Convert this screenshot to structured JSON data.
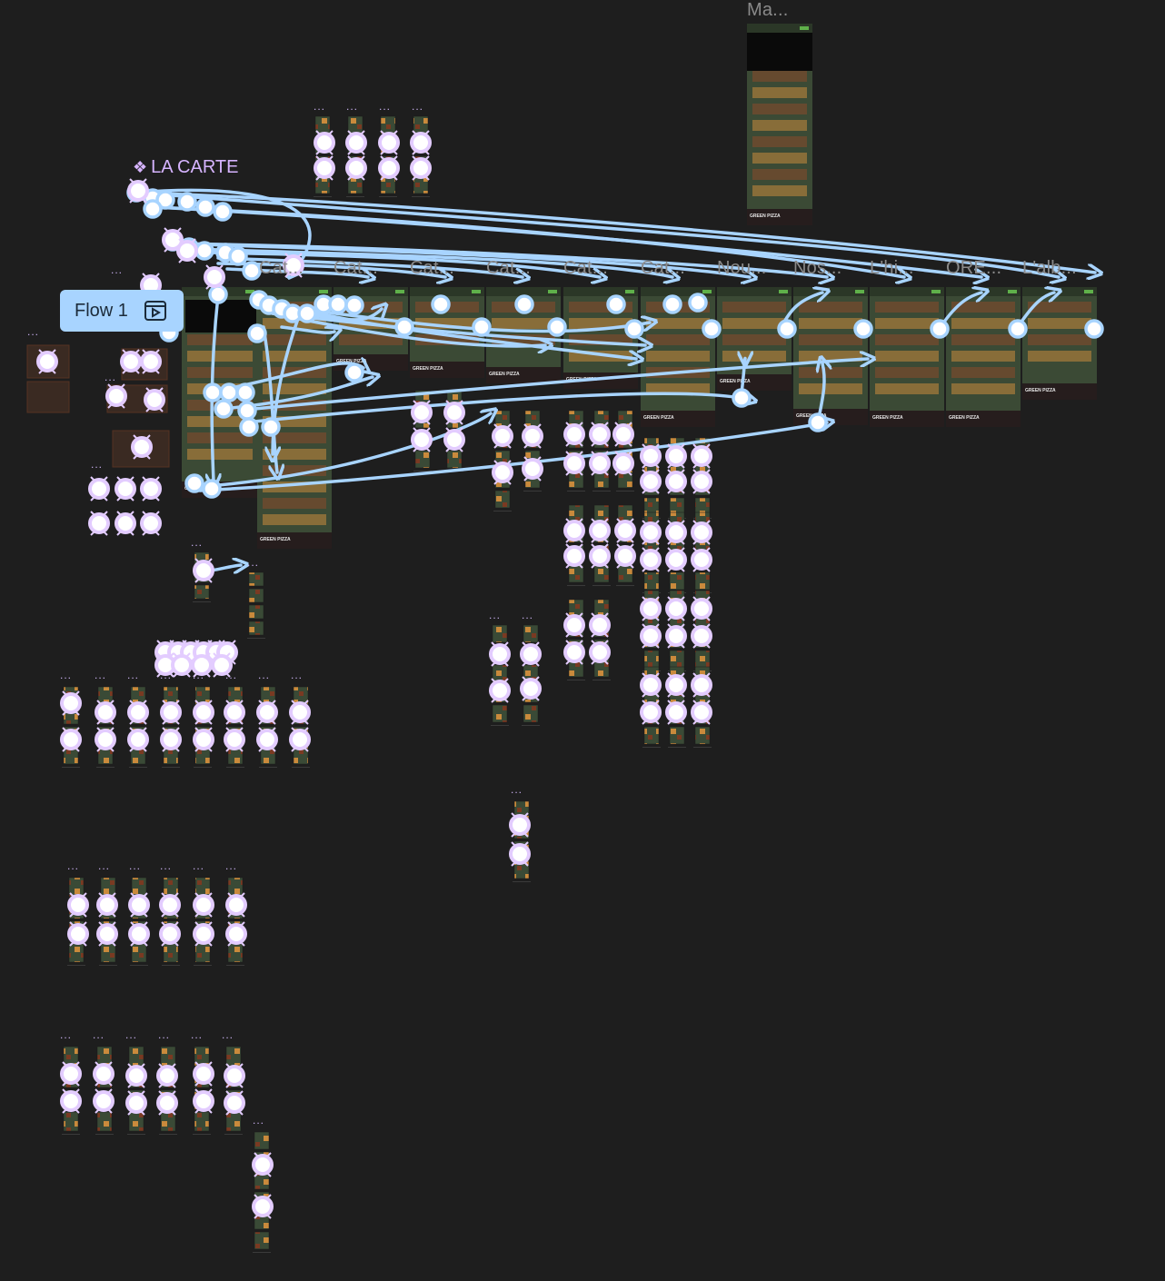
{
  "canvas": {
    "background": "#1e1e1e",
    "connector_color": "#a8d4ff",
    "hotspot_color": "#e3ccff"
  },
  "component": {
    "name": "LA CARTE",
    "icon": "component-diamond-icon"
  },
  "flow": {
    "label": "Flow 1",
    "icon": "play-flow-icon"
  },
  "frames": [
    {
      "label": "Ma..."
    },
    {
      "label": "Cat..."
    },
    {
      "label": "Cat..."
    },
    {
      "label": "Cat..."
    },
    {
      "label": "Cat..."
    },
    {
      "label": "Cat..."
    },
    {
      "label": "Nou..."
    },
    {
      "label": "Nos..."
    },
    {
      "label": "L'hi..."
    },
    {
      "label": "ORE..."
    },
    {
      "label": "L'alb..."
    }
  ],
  "brand_text": "GREEN PIZZA",
  "overflow_marker": "..."
}
